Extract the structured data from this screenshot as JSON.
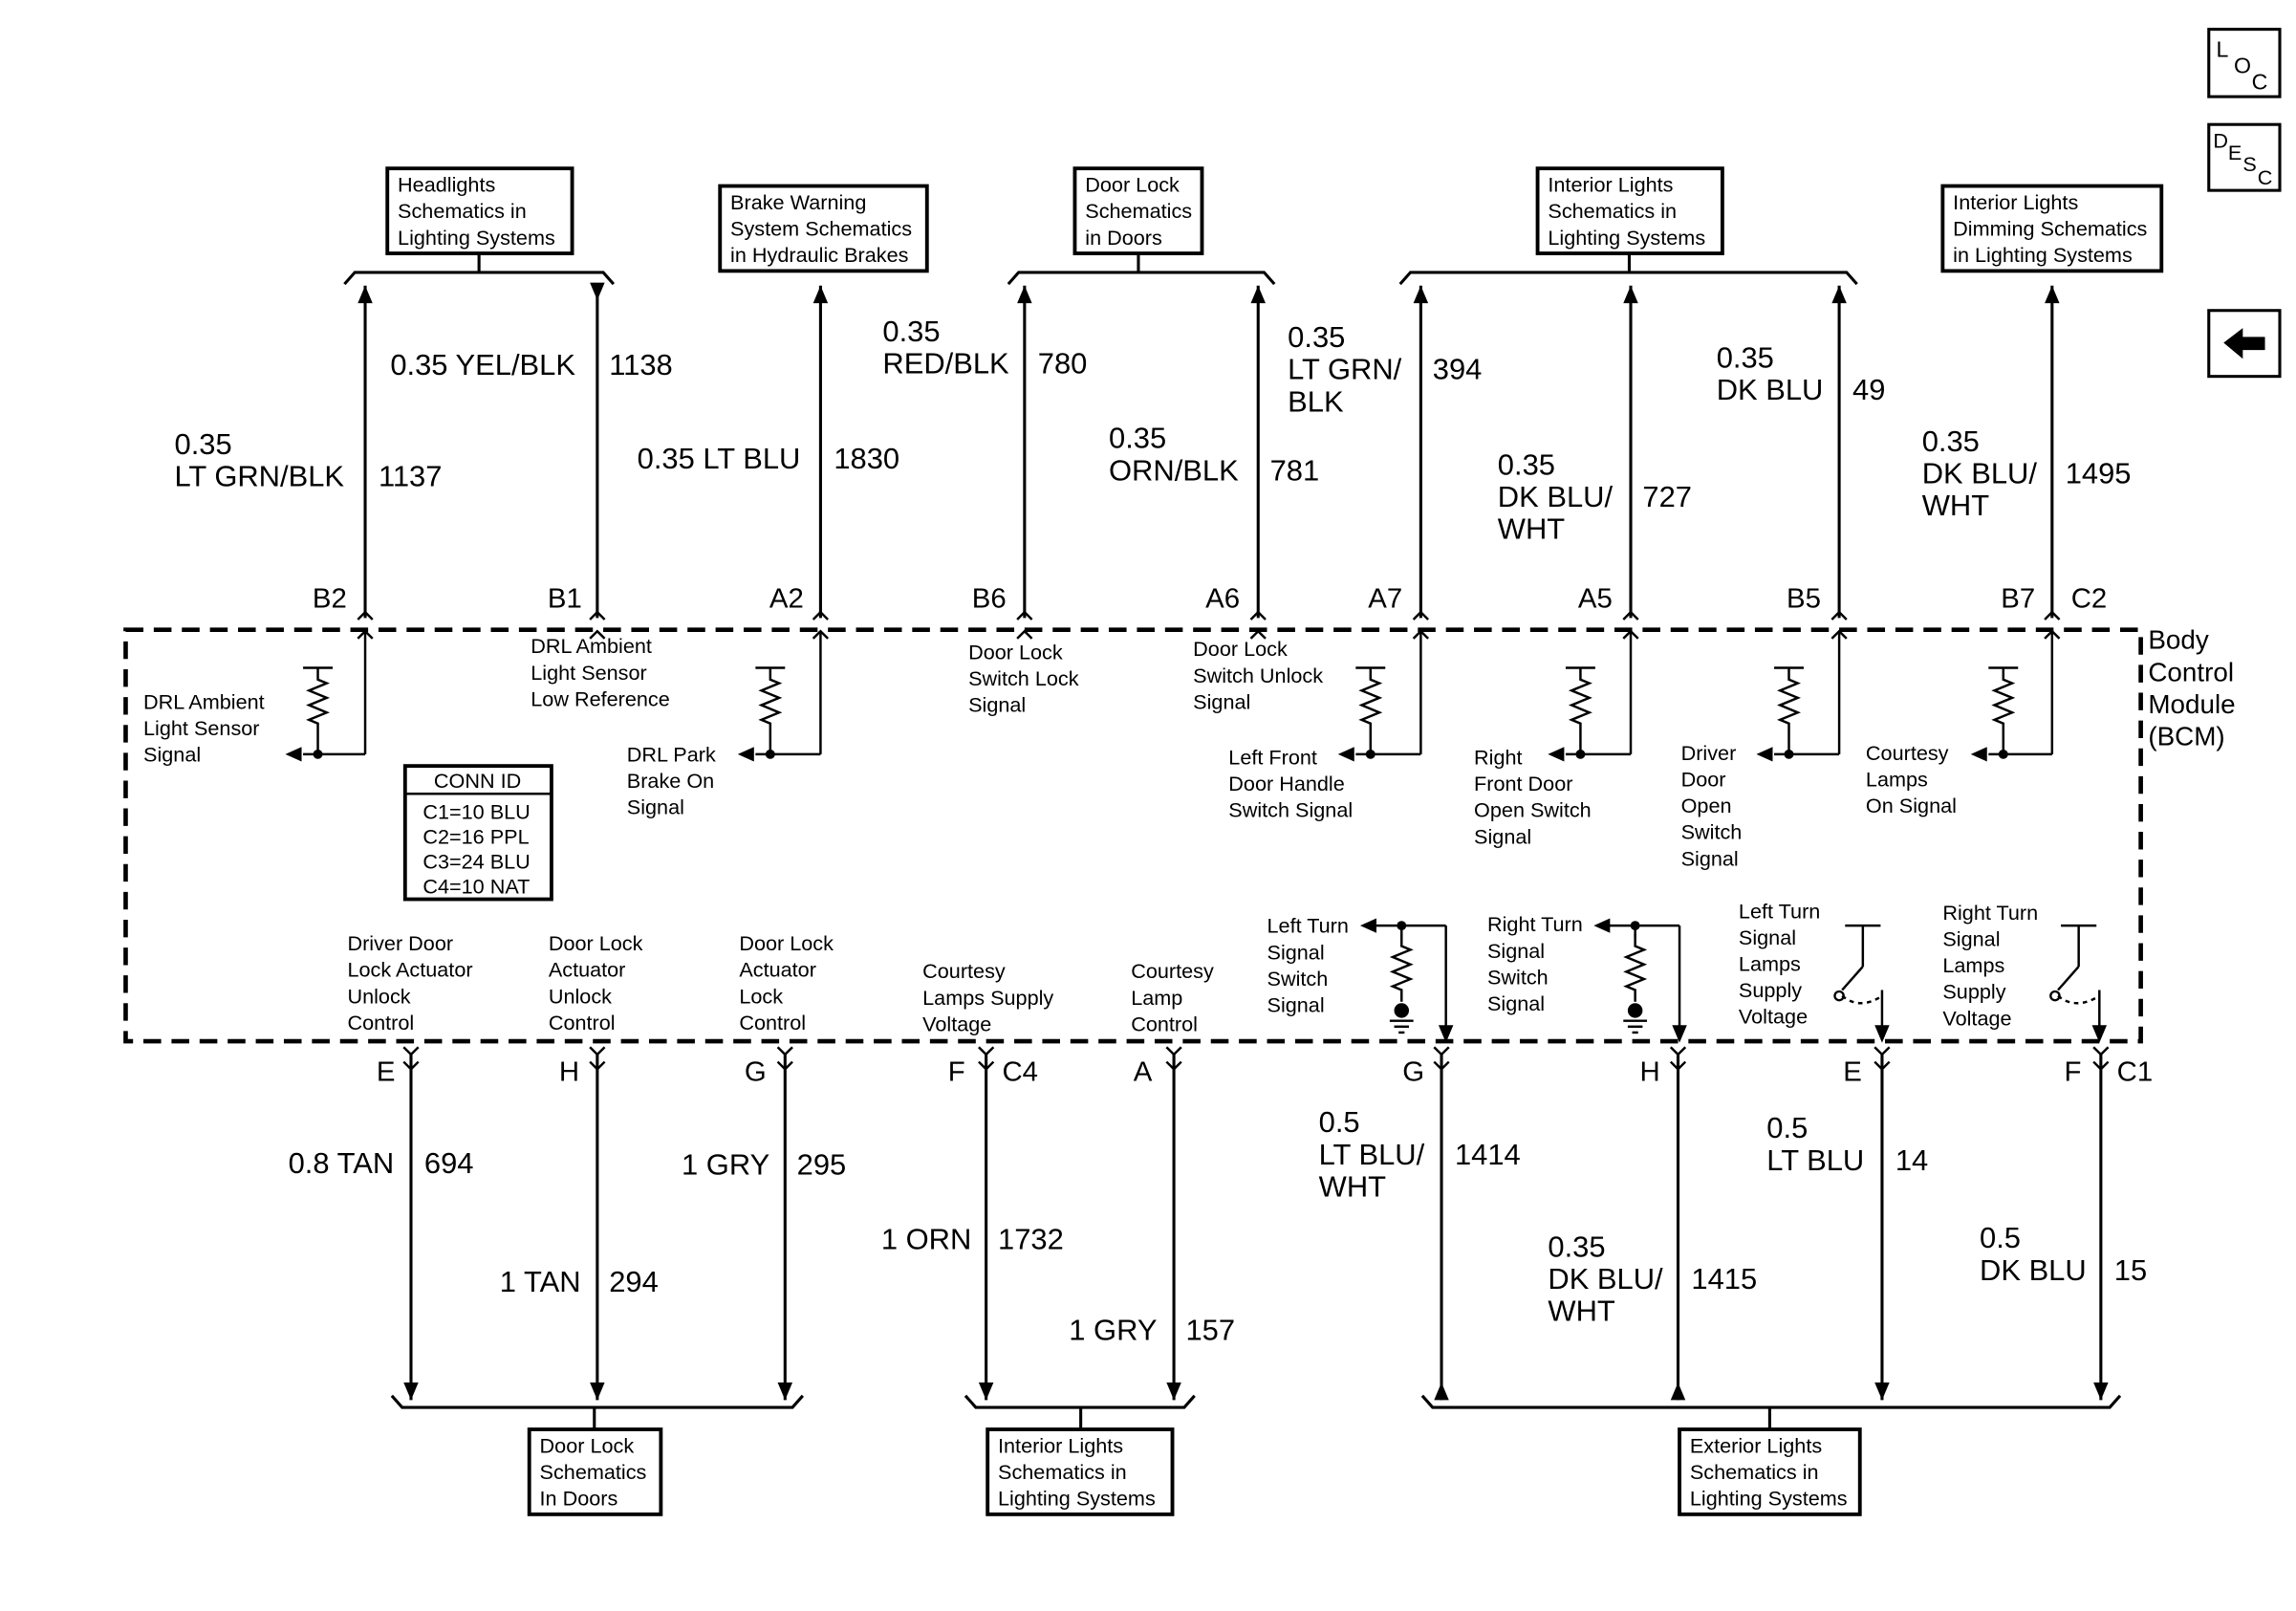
{
  "nav": {
    "loc": [
      "L",
      "O",
      "C"
    ],
    "desc": [
      "D",
      "E",
      "S",
      "C"
    ],
    "back_icon": "left-arrow-icon"
  },
  "bcm": {
    "label_lines": [
      "Body",
      "Control",
      "Module",
      "(BCM)"
    ]
  },
  "conn_id": {
    "title": "CONN ID",
    "lines": [
      "C1=10 BLU",
      "C2=16 PPL",
      "C3=24 BLU",
      "C4=10 NAT"
    ]
  },
  "top_refs": [
    {
      "lines": [
        "Headlights",
        "Schematics in",
        "Lighting Systems"
      ]
    },
    {
      "lines": [
        "Brake Warning",
        "System Schematics",
        "in Hydraulic Brakes"
      ]
    },
    {
      "lines": [
        "Door Lock",
        "Schematics",
        "in Doors"
      ]
    },
    {
      "lines": [
        "Interior Lights",
        "Schematics in",
        "Lighting Systems"
      ]
    },
    {
      "lines": [
        "Interior Lights",
        "Dimming Schematics",
        "in Lighting Systems"
      ]
    }
  ],
  "bottom_refs": [
    {
      "lines": [
        "Door Lock",
        "Schematics",
        "In Doors"
      ]
    },
    {
      "lines": [
        "Interior Lights",
        "Schematics in",
        "Lighting Systems"
      ]
    },
    {
      "lines": [
        "Exterior Lights",
        "Schematics in",
        "Lighting Systems"
      ]
    }
  ],
  "connectors": {
    "c2": "C2",
    "c4": "C4",
    "c1": "C1"
  },
  "top_wires": [
    {
      "pin": "B2",
      "size_color": [
        "0.35",
        "LT GRN/BLK"
      ],
      "circuit": "1137"
    },
    {
      "pin": "B1",
      "size_color": [
        "0.35 YEL/BLK"
      ],
      "circuit": "1138"
    },
    {
      "pin": "A2",
      "size_color": [
        "0.35 LT BLU"
      ],
      "circuit": "1830"
    },
    {
      "pin": "B6",
      "size_color": [
        "0.35",
        "RED/BLK"
      ],
      "circuit": "780"
    },
    {
      "pin": "A6",
      "size_color": [
        "0.35",
        "ORN/BLK"
      ],
      "circuit": "781"
    },
    {
      "pin": "A7",
      "size_color": [
        "0.35",
        "LT GRN/",
        "BLK"
      ],
      "circuit": "394"
    },
    {
      "pin": "A5",
      "size_color": [
        "0.35",
        "DK BLU/",
        "WHT"
      ],
      "circuit": "727"
    },
    {
      "pin": "B5",
      "size_color": [
        "0.35",
        "DK BLU"
      ],
      "circuit": "49"
    },
    {
      "pin": "B7",
      "size_color": [
        "0.35",
        "DK BLU/",
        "WHT"
      ],
      "circuit": "1495"
    }
  ],
  "bottom_wires": [
    {
      "pin": "E",
      "size_color": [
        "0.8 TAN"
      ],
      "circuit": "694"
    },
    {
      "pin": "H",
      "size_color": [
        "1 TAN"
      ],
      "circuit": "294"
    },
    {
      "pin": "G",
      "size_color": [
        "1 GRY"
      ],
      "circuit": "295"
    },
    {
      "pin": "F",
      "size_color": [
        "1 ORN"
      ],
      "circuit": "1732"
    },
    {
      "pin": "A",
      "size_color": [
        "1 GRY"
      ],
      "circuit": "157"
    },
    {
      "pin": "G",
      "size_color": [
        "0.5",
        "LT BLU/",
        "WHT"
      ],
      "circuit": "1414"
    },
    {
      "pin": "H",
      "size_color": [
        "0.35",
        "DK BLU/",
        "WHT"
      ],
      "circuit": "1415"
    },
    {
      "pin": "E",
      "size_color": [
        "0.5",
        "LT BLU"
      ],
      "circuit": "14"
    },
    {
      "pin": "F",
      "size_color": [
        "0.5",
        "DK BLU"
      ],
      "circuit": "15"
    }
  ],
  "internal_labels": [
    {
      "id": "drl_ambient_signal",
      "lines": [
        "DRL Ambient",
        "Light Sensor",
        "Signal"
      ]
    },
    {
      "id": "drl_ambient_low_ref",
      "lines": [
        "DRL Ambient",
        "Light Sensor",
        "Low Reference"
      ]
    },
    {
      "id": "drl_park_brake",
      "lines": [
        "DRL Park",
        "Brake On",
        "Signal"
      ]
    },
    {
      "id": "door_lock_switch_lock",
      "lines": [
        "Door Lock",
        "Switch Lock",
        "Signal"
      ]
    },
    {
      "id": "door_lock_switch_unlock",
      "lines": [
        "Door Lock",
        "Switch Unlock",
        "Signal"
      ]
    },
    {
      "id": "left_front_door_handle",
      "lines": [
        "Left Front",
        "Door Handle",
        "Switch Signal"
      ]
    },
    {
      "id": "right_front_door_open",
      "lines": [
        "Right",
        "Front Door",
        "Open Switch",
        "Signal"
      ]
    },
    {
      "id": "driver_door_open",
      "lines": [
        "Driver",
        "Door",
        "Open",
        "Switch",
        "Signal"
      ]
    },
    {
      "id": "courtesy_lamps_on",
      "lines": [
        "Courtesy",
        "Lamps",
        "On Signal"
      ]
    },
    {
      "id": "driver_door_unlock",
      "lines": [
        "Driver Door",
        "Lock Actuator",
        "Unlock",
        "Control"
      ]
    },
    {
      "id": "door_lock_unlock",
      "lines": [
        "Door Lock",
        "Actuator",
        "Unlock",
        "Control"
      ]
    },
    {
      "id": "door_lock_lock",
      "lines": [
        "Door Lock",
        "Actuator",
        "Lock",
        "Control"
      ]
    },
    {
      "id": "courtesy_supply",
      "lines": [
        "Courtesy",
        "Lamps Supply",
        "Voltage"
      ]
    },
    {
      "id": "courtesy_control",
      "lines": [
        "Courtesy",
        "Lamp",
        "Control"
      ]
    },
    {
      "id": "left_turn_switch",
      "lines": [
        "Left Turn",
        "Signal",
        "Switch",
        "Signal"
      ]
    },
    {
      "id": "right_turn_switch",
      "lines": [
        "Right Turn",
        "Signal",
        "Switch",
        "Signal"
      ]
    },
    {
      "id": "left_turn_supply",
      "lines": [
        "Left Turn",
        "Signal",
        "Lamps",
        "Supply",
        "Voltage"
      ]
    },
    {
      "id": "right_turn_supply",
      "lines": [
        "Right Turn",
        "Signal",
        "Lamps",
        "Supply",
        "Voltage"
      ]
    }
  ]
}
